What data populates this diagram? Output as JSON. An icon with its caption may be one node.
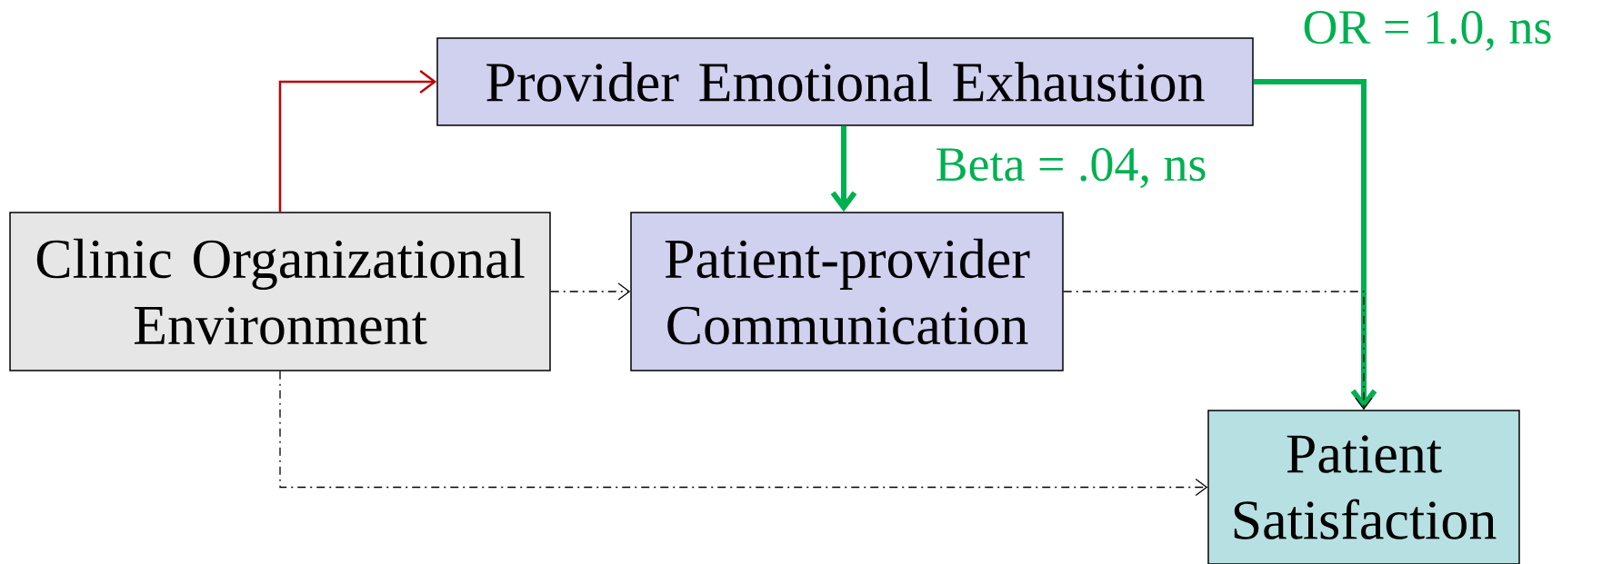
{
  "diagram": {
    "nodes": [
      {
        "text": [
          "Provider Emotional Exhaustion"
        ]
      },
      {
        "text": [
          "Clinic Organizational Environment"
        ]
      },
      {
        "text": [
          "Patient-provider Communication"
        ]
      },
      {
        "text": [
          "Patient Satisfaction"
        ]
      }
    ],
    "edges": [
      {
        "from": 1,
        "to": 0,
        "arrow": "to",
        "color": "#c00000"
      },
      {
        "from": 0,
        "to": 2,
        "arrow": "to",
        "label": "Beta = .04, ns",
        "style": "thick",
        "color": "#00b050"
      },
      {
        "from": 0,
        "to": 3,
        "arrow": "to",
        "label": "OR = 1.0, ns",
        "style": "thick",
        "color": "#00b050"
      },
      {
        "from": 1,
        "to": 2,
        "arrow": "to",
        "style": "dashed"
      },
      {
        "from": 2,
        "to": 3,
        "arrow": "to",
        "style": "dashed"
      },
      {
        "from": 1,
        "to": 3,
        "arrow": "to",
        "style": "dashed"
      }
    ]
  }
}
